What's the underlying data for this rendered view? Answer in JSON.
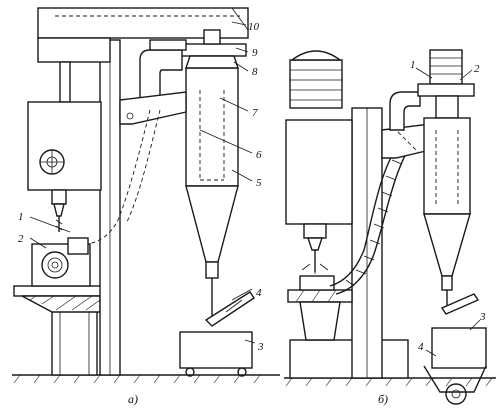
{
  "figure": {
    "left_caption": "а)",
    "right_caption": "б)",
    "left_labels": {
      "n1": "1",
      "n2": "2",
      "n3": "3",
      "n4": "4",
      "n5": "5",
      "n6": "6",
      "n7": "7",
      "n8": "8",
      "n9": "9",
      "n10": "10"
    },
    "right_labels": {
      "n1": "1",
      "n2": "2",
      "n3": "3",
      "n4": "4"
    }
  }
}
